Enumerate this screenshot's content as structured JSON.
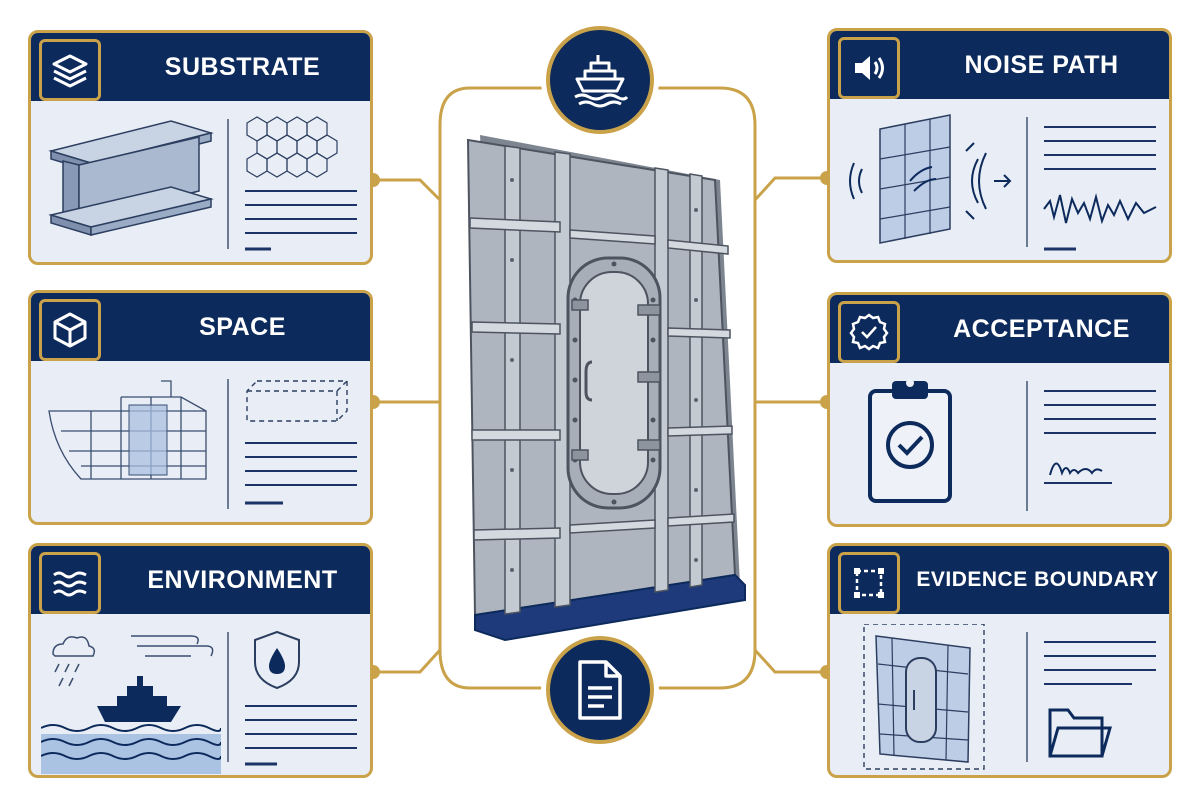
{
  "panels": {
    "substrate": {
      "title": "SUBSTRATE"
    },
    "space": {
      "title": "SPACE"
    },
    "environment": {
      "title": "ENVIRONMENT"
    },
    "noise_path": {
      "title": "NOISE PATH"
    },
    "acceptance": {
      "title": "ACCEPTANCE"
    },
    "evidence_boundary": {
      "title": "EVIDENCE BOUNDARY"
    }
  },
  "icons": {
    "substrate": "layers-icon",
    "space": "cube-icon",
    "environment": "waves-icon",
    "noise_path": "speaker-icon",
    "acceptance": "award-seal-icon",
    "evidence_boundary": "dashed-square-icon",
    "top_hub": "ship-icon",
    "bottom_hub": "document-icon"
  },
  "colors": {
    "navy": "#0d2a5c",
    "gold": "#c9a24a",
    "panel_bg": "#e9eef6",
    "steel": "#9aa3ae"
  }
}
